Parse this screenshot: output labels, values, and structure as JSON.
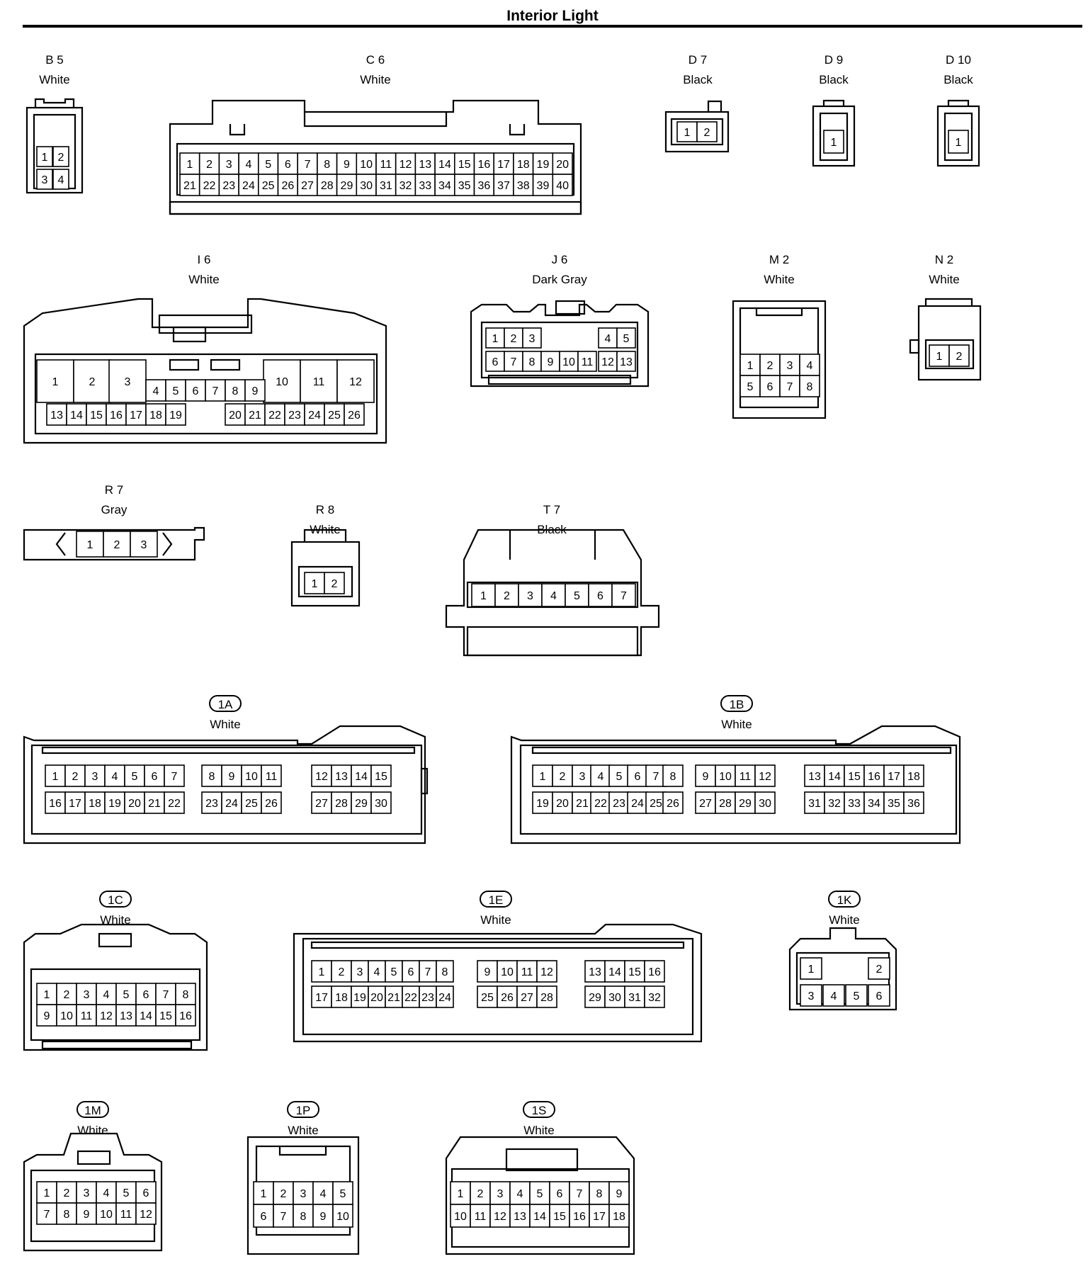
{
  "title": "Interior Light",
  "connectors": [
    {
      "key": "B5",
      "id": "B 5",
      "color": "White",
      "circled": false,
      "rows": [
        [
          "1",
          "2"
        ],
        [
          "3",
          "4"
        ]
      ]
    },
    {
      "key": "C6",
      "id": "C 6",
      "color": "White",
      "circled": false,
      "rows": [
        [
          "1",
          "2",
          "3",
          "4",
          "5",
          "6",
          "7",
          "8",
          "9",
          "10",
          "11",
          "12",
          "13",
          "14",
          "15",
          "16",
          "17",
          "18",
          "19",
          "20"
        ],
        [
          "21",
          "22",
          "23",
          "24",
          "25",
          "26",
          "27",
          "28",
          "29",
          "30",
          "31",
          "32",
          "33",
          "34",
          "35",
          "36",
          "37",
          "38",
          "39",
          "40"
        ]
      ]
    },
    {
      "key": "D7",
      "id": "D 7",
      "color": "Black",
      "circled": false,
      "rows": [
        [
          "1",
          "2"
        ]
      ]
    },
    {
      "key": "D9",
      "id": "D 9",
      "color": "Black",
      "circled": false,
      "rows": [
        [
          "1"
        ]
      ]
    },
    {
      "key": "D10",
      "id": "D 10",
      "color": "Black",
      "circled": false,
      "rows": [
        [
          "1"
        ]
      ]
    },
    {
      "key": "I6",
      "id": "I 6",
      "color": "White",
      "circled": false,
      "rows": [
        [
          "1",
          "2",
          "3",
          "10",
          "11",
          "12"
        ],
        [
          "4",
          "5",
          "6",
          "7",
          "8",
          "9"
        ],
        [
          "13",
          "14",
          "15",
          "16",
          "17",
          "18",
          "19",
          "20",
          "21",
          "22",
          "23",
          "24",
          "25",
          "26"
        ]
      ]
    },
    {
      "key": "J6",
      "id": "J 6",
      "color": "Dark Gray",
      "circled": false,
      "rows": [
        [
          "1",
          "2",
          "3",
          "4",
          "5"
        ],
        [
          "6",
          "7",
          "8",
          "9",
          "10",
          "11",
          "12",
          "13"
        ]
      ]
    },
    {
      "key": "M2",
      "id": "M 2",
      "color": "White",
      "circled": false,
      "rows": [
        [
          "1",
          "2",
          "3",
          "4"
        ],
        [
          "5",
          "6",
          "7",
          "8"
        ]
      ]
    },
    {
      "key": "N2",
      "id": "N 2",
      "color": "White",
      "circled": false,
      "rows": [
        [
          "1",
          "2"
        ]
      ]
    },
    {
      "key": "R7",
      "id": "R 7",
      "color": "Gray",
      "circled": false,
      "rows": [
        [
          "1",
          "2",
          "3"
        ]
      ]
    },
    {
      "key": "R8",
      "id": "R 8",
      "color": "White",
      "circled": false,
      "rows": [
        [
          "1",
          "2"
        ]
      ]
    },
    {
      "key": "T7",
      "id": "T 7",
      "color": "Black",
      "circled": false,
      "rows": [
        [
          "1",
          "2",
          "3",
          "4",
          "5",
          "6",
          "7"
        ]
      ]
    },
    {
      "key": "1A",
      "id": "1A",
      "color": "White",
      "circled": true,
      "rows": [
        [
          "1",
          "2",
          "3",
          "4",
          "5",
          "6",
          "7",
          "8",
          "9",
          "10",
          "11",
          "12",
          "13",
          "14",
          "15"
        ],
        [
          "16",
          "17",
          "18",
          "19",
          "20",
          "21",
          "22",
          "23",
          "24",
          "25",
          "26",
          "27",
          "28",
          "29",
          "30"
        ]
      ]
    },
    {
      "key": "1B",
      "id": "1B",
      "color": "White",
      "circled": true,
      "rows": [
        [
          "1",
          "2",
          "3",
          "4",
          "5",
          "6",
          "7",
          "8",
          "9",
          "10",
          "11",
          "12",
          "13",
          "14",
          "15",
          "16",
          "17",
          "18"
        ],
        [
          "19",
          "20",
          "21",
          "22",
          "23",
          "24",
          "25",
          "26",
          "27",
          "28",
          "29",
          "30",
          "31",
          "32",
          "33",
          "34",
          "35",
          "36"
        ]
      ]
    },
    {
      "key": "1C",
      "id": "1C",
      "color": "White",
      "circled": true,
      "rows": [
        [
          "1",
          "2",
          "3",
          "4",
          "5",
          "6",
          "7",
          "8"
        ],
        [
          "9",
          "10",
          "11",
          "12",
          "13",
          "14",
          "15",
          "16"
        ]
      ]
    },
    {
      "key": "1E",
      "id": "1E",
      "color": "White",
      "circled": true,
      "rows": [
        [
          "1",
          "2",
          "3",
          "4",
          "5",
          "6",
          "7",
          "8",
          "9",
          "10",
          "11",
          "12",
          "13",
          "14",
          "15",
          "16"
        ],
        [
          "17",
          "18",
          "19",
          "20",
          "21",
          "22",
          "23",
          "24",
          "25",
          "26",
          "27",
          "28",
          "29",
          "30",
          "31",
          "32"
        ]
      ]
    },
    {
      "key": "1K",
      "id": "1K",
      "color": "White",
      "circled": true,
      "rows": [
        [
          "1",
          "2"
        ],
        [
          "3",
          "4",
          "5",
          "6"
        ]
      ]
    },
    {
      "key": "1M",
      "id": "1M",
      "color": "White",
      "circled": true,
      "rows": [
        [
          "1",
          "2",
          "3",
          "4",
          "5",
          "6"
        ],
        [
          "7",
          "8",
          "9",
          "10",
          "11",
          "12"
        ]
      ]
    },
    {
      "key": "1P",
      "id": "1P",
      "color": "White",
      "circled": true,
      "rows": [
        [
          "1",
          "2",
          "3",
          "4",
          "5"
        ],
        [
          "6",
          "7",
          "8",
          "9",
          "10"
        ]
      ]
    },
    {
      "key": "1S",
      "id": "1S",
      "color": "White",
      "circled": true,
      "rows": [
        [
          "1",
          "2",
          "3",
          "4",
          "5",
          "6",
          "7",
          "8",
          "9"
        ],
        [
          "10",
          "11",
          "12",
          "13",
          "14",
          "15",
          "16",
          "17",
          "18"
        ]
      ]
    }
  ]
}
